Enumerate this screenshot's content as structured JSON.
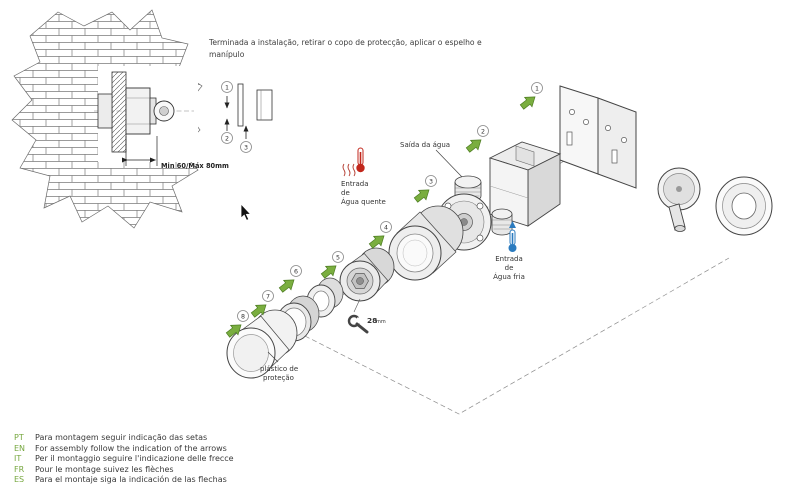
{
  "instruction_top": "Terminada a instalação, retirar o copo de protecção, aplicar o espelho e manípulo",
  "wall": {
    "dimension": "Min 60/Máx 80mm",
    "steps": [
      "1",
      "2",
      "3"
    ]
  },
  "exploded": {
    "steps": [
      "1",
      "2",
      "3",
      "4",
      "5",
      "6",
      "7",
      "8"
    ],
    "labels": {
      "outlet": "Saída da água",
      "hot_line1": "Entrada",
      "hot_line2": "de",
      "hot_line3": "Água quente",
      "cold_line1": "Entrada",
      "cold_line2": "de",
      "cold_line3": "Água fria",
      "plastic_line1": "plástico de",
      "plastic_line2": "proteção",
      "wrench_value": "28",
      "wrench_unit": "mm"
    }
  },
  "footer": {
    "items": [
      {
        "code": "PT",
        "text": "Para montagem seguir indicação das setas"
      },
      {
        "code": "EN",
        "text": "For assembly follow the indication of the arrows"
      },
      {
        "code": "IT",
        "text": "Per il montaggio seguire l'indicazione delle frecce"
      },
      {
        "code": "FR",
        "text": "Pour le montage suivez les flèches"
      },
      {
        "code": "ES",
        "text": "Para el montaje siga la indicación de las flechas"
      }
    ]
  },
  "colors": {
    "accent_green": "#76a73f",
    "hot": "#c2271c",
    "cold": "#2b7bbf",
    "line": "#3a3a3a"
  }
}
